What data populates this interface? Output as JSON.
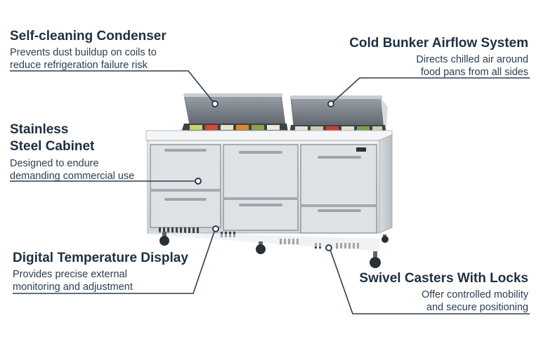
{
  "callouts": {
    "condenser": {
      "title": "Self-cleaning Condenser",
      "line1": "Prevents dust buildup on coils to",
      "line2": "reduce refrigeration failure risk"
    },
    "airflow": {
      "title": "Cold Bunker Airflow System",
      "line1": "Directs chilled air around",
      "line2": "food pans from all sides"
    },
    "cabinet": {
      "title_line1": "Stainless",
      "title_line2": "Steel Cabinet",
      "line1": "Designed to endure",
      "line2": "demanding commercial use"
    },
    "display": {
      "title": "Digital Temperature Display",
      "line1": "Provides precise external",
      "line2": "monitoring and adjustment"
    },
    "casters": {
      "title": "Swivel Casters With Locks",
      "line1": "Offer controlled mobility",
      "line2": "and secure positioning"
    }
  },
  "colors": {
    "text_dark": "#1e3042",
    "leader_line": "#2c3e50",
    "steel_light": "#e4e7ea",
    "steel_mid": "#c7ccd1",
    "steel_dark": "#8e969e"
  }
}
